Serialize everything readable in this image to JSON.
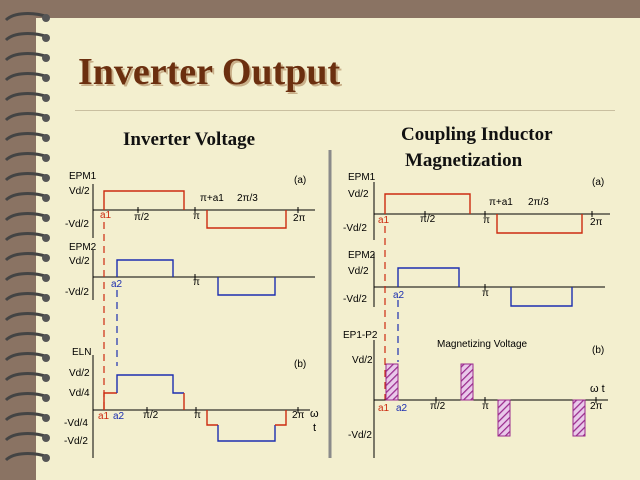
{
  "slide": {
    "title": "Inverter Output",
    "left_heading": "Inverter Voltage",
    "right_heading_line1": "Coupling Inductor",
    "right_heading_line2": "Magnetization"
  },
  "left_panel": {
    "epm1_label": "EPM1",
    "epm2_label": "EPM2",
    "eln_label": "ELN",
    "vd2_label": "Vd/2",
    "neg_vd2_label": "-Vd/2",
    "vd4_label": "Vd/4",
    "neg_vd4_label": "-Vd/4",
    "a1": "a1",
    "a2": "a2",
    "pi_half": "π/2",
    "pi": "π",
    "pi_plus_a1": "π+a1",
    "two_pi_over_3": "2π/3",
    "two_pi": "2π",
    "omega": "ω",
    "t": "t",
    "tag_a": "(a)",
    "tag_b": "(b)"
  },
  "right_panel": {
    "epm1_label": "EPM1",
    "epm2_label": "EPM2",
    "ep1p2_label": "EP1-P2",
    "vd2_label": "Vd/2",
    "neg_vd2_label": "-Vd/2",
    "a1": "a1",
    "a2": "a2",
    "pi_half": "π/2",
    "pi": "π",
    "pi_plus_a1": "π+a1",
    "two_pi_over_3": "2π/3",
    "two_pi": "2π",
    "omega_t": "ω t",
    "magnetizing_voltage": "Magnetizing Voltage",
    "tag_a": "(a)",
    "tag_b": "(b)"
  },
  "colors": {
    "red": "#cc2b10",
    "blue": "#1c2fb0",
    "hatch": "#9a2a8c",
    "title": "#6b2f0f"
  }
}
